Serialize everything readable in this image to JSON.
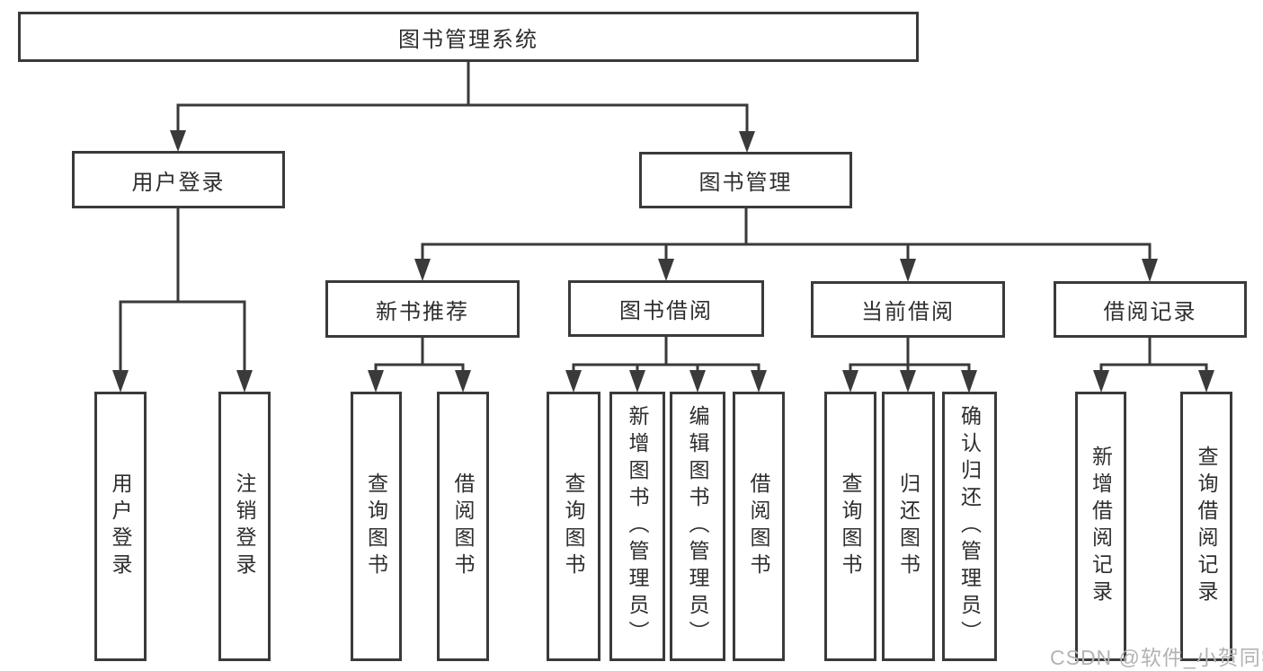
{
  "diagram": {
    "type": "tree",
    "colors": {
      "line": "#3a3a3a",
      "text": "#2e2e2e",
      "background": "#ffffff",
      "watermark": "#b3b3b3"
    },
    "nodes": {
      "root": "图书管理系统",
      "user_login": "用户登录",
      "book_mgmt": "图书管理",
      "login_children": [
        "用户登录",
        "注销登录"
      ],
      "level3": [
        "新书推荐",
        "图书借阅",
        "当前借阅",
        "借阅记录"
      ],
      "recommend_children": [
        "查询图书",
        "借阅图书"
      ],
      "borrow_children": [
        "查询图书",
        "新增图书（管理员）",
        "编辑图书（管理员）",
        "借阅图书"
      ],
      "current_children": [
        "查询图书",
        "归还图书",
        "确认归还（管理员）"
      ],
      "record_children": [
        "新增借阅记录",
        "查询借阅记录"
      ]
    },
    "hierarchy": {
      "图书管理系统": {
        "用户登录": [
          "用户登录",
          "注销登录"
        ],
        "图书管理": {
          "新书推荐": [
            "查询图书",
            "借阅图书"
          ],
          "图书借阅": [
            "查询图书",
            "新增图书（管理员）",
            "编辑图书（管理员）",
            "借阅图书"
          ],
          "当前借阅": [
            "查询图书",
            "归还图书",
            "确认归还（管理员）"
          ],
          "借阅记录": [
            "新增借阅记录",
            "查询借阅记录"
          ]
        }
      }
    }
  },
  "watermark": "CSDN @软件_小贺同学"
}
